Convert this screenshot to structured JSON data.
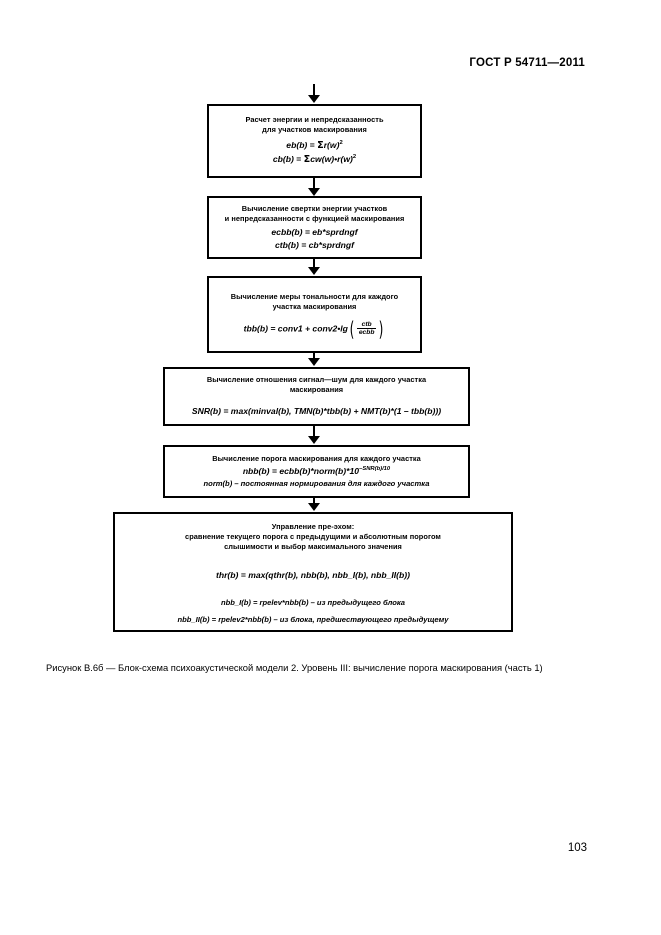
{
  "header": {
    "standard_title": "ГОСТ Р 54711—2011"
  },
  "footer": {
    "page_number": "103"
  },
  "figure": {
    "caption": "Рисунок В.6б — Блок-схема психоакустической модели 2. Уровень III: вычисление порога маскирования (часть 1)"
  },
  "flowchart": {
    "nodes": [
      {
        "id": "energy-unpredictability",
        "title_line1": "Расчет энергии и непредсказанность",
        "title_line2": "для участков маскирования",
        "formula1_lhs": "eb(b)",
        "formula1_eq": " = ",
        "formula1_sigma": "Σ",
        "formula1_body": "r(w)",
        "formula1_exp": "2",
        "formula2_lhs": "cb(b)",
        "formula2_eq": " = ",
        "formula2_sigma": "Σ",
        "formula2_body": "cw(w)•r(w)",
        "formula2_exp": "2"
      },
      {
        "id": "convolution-spreading",
        "title_line1": "Вычисление свертки энергии участков",
        "title_line2": "и непредсказанности с функцией маскирования",
        "formula1": "ecbb(b) = eb*sprdngf",
        "formula2": "ctb(b) = cb*sprdngf"
      },
      {
        "id": "tonality-measure",
        "title_line1": "Вычисление меры тональности для каждого",
        "title_line2": "участка маскирования",
        "formula_prefix": "tbb(b) = conv1 + conv2•lg",
        "formula_frac_num": "ctb",
        "formula_frac_den": "ecbb"
      },
      {
        "id": "signal-noise-ratio",
        "title_line1": "Вычисление отношения сигнал—шум для каждого участка",
        "title_line2": "маскирования",
        "formula1": "SNR(b) = max(minval(b), TMN(b)*tbb(b) + NMT(b)*(1 – tbb(b)))"
      },
      {
        "id": "masking-threshold",
        "title_line1": "Вычисление порога маскирования для каждого участка",
        "formula1_main": "nbb(b) = ecbb(b)*norm(b)*10",
        "formula1_exp": "–SNR(b)/10",
        "formula2": "norm(b) – постоянная нормирования для каждого участка"
      },
      {
        "id": "pre-echo-control",
        "title_line1": "Управление пре-эхом:",
        "title_line2": "сравнение текущего порога с предыдущими и абсолютным порогом",
        "title_line3": "слышимости и выбор максимального значения",
        "formula1": "thr(b) = max(qthr(b), nbb(b), nbb_I(b), nbb_II(b))",
        "formula2": "nbb_I(b) = rpelev*nbb(b) – из предыдущего блока",
        "formula3": "nbb_II(b) = rpelev2*nbb(b) – из блока, предшествующего предыдущему"
      }
    ]
  }
}
